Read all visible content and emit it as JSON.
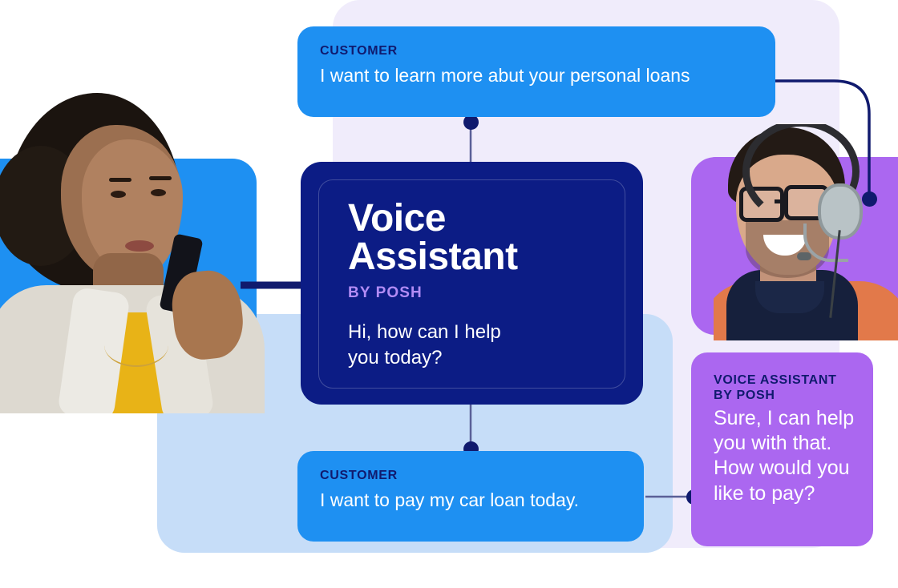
{
  "colors": {
    "bubble_blue": "#1e90f2",
    "bubble_purple": "#ab67f0",
    "card_navy": "#0c1c85",
    "label_navy": "#101a6e",
    "accent_purple_text": "#b28cf5",
    "bg_lavender": "#f0ecfb",
    "bg_lightblue": "#c6ddf8"
  },
  "conversation": {
    "bubble_top": {
      "speaker": "CUSTOMER",
      "message": "I want to learn more abut your personal loans"
    },
    "bubble_bottom": {
      "speaker": "CUSTOMER",
      "message": "I want to pay my car loan today."
    },
    "bubble_assistant": {
      "speaker_line1": "VOICE ASSISTANT",
      "speaker_line2": "BY POSH",
      "message": "Sure, I can help you with that. How would you like to pay?"
    }
  },
  "card": {
    "title_line1": "Voice",
    "title_line2": "Assistant",
    "subtitle": "BY POSH",
    "greeting_line1": "Hi, how can I help",
    "greeting_line2": "you today?"
  },
  "photos": {
    "woman": "woman-on-phone-photo",
    "man": "man-with-headset-photo"
  }
}
